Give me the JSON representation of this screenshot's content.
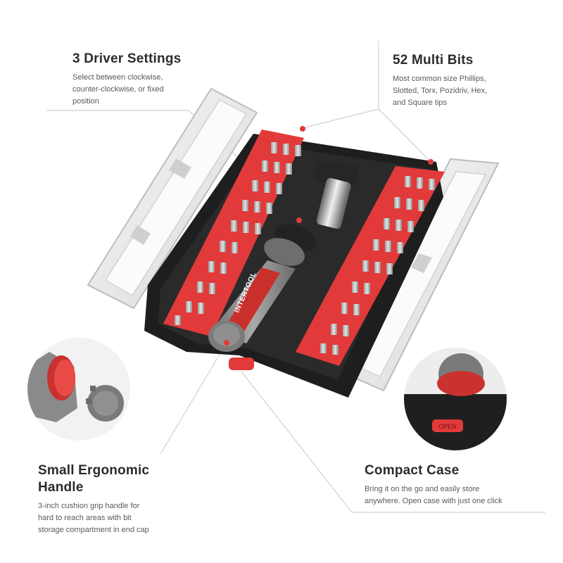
{
  "callouts": {
    "driver_settings": {
      "title": "3 Driver Settings",
      "text": "Select between clockwise,\ncounter-clockwise, or fixed\nposition"
    },
    "multi_bits": {
      "title": "52 Multi Bits",
      "text": "Most common size Phillips,\nSlotted, Torx, Pozidriv, Hex,\nand Square tips"
    },
    "ergonomic_handle": {
      "title": "Small Ergonomic\nHandle",
      "text": "3-inch cushion grip handle for\nhard to reach areas with bit\nstorage compartment in end cap"
    },
    "compact_case": {
      "title": "Compact Case",
      "text": "Bring it on the go and easily store\nanywhere. Open case with just one click"
    }
  },
  "product": {
    "brand_logo": "INTERTOOL",
    "open_button_label": "OPEN"
  },
  "colors": {
    "accent": "#e23a3a",
    "tray": "#1e1e1e",
    "grip_gray": "#8e8e8e",
    "text_dark": "#2b2b2b",
    "text_body": "#5a5a5a"
  }
}
